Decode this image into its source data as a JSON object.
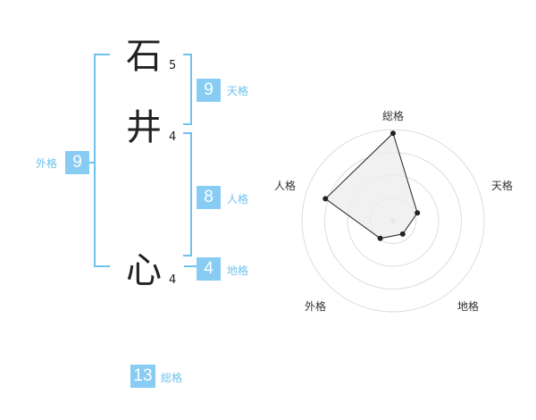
{
  "name": {
    "surname": [
      {
        "char": "石",
        "strokes": "5"
      },
      {
        "char": "井",
        "strokes": "4"
      }
    ],
    "given": [
      {
        "char": "心",
        "strokes": "4"
      }
    ]
  },
  "scores": {
    "tenkaku": {
      "label": "天格",
      "value": "9"
    },
    "jinkaku": {
      "label": "人格",
      "value": "8"
    },
    "chikaku": {
      "label": "地格",
      "value": "4"
    },
    "gaikaku": {
      "label": "外格",
      "value": "9"
    },
    "soukaku": {
      "label": "総格",
      "value": "13"
    }
  },
  "colors": {
    "accent": "#88ccf4",
    "bracket": "#6ec2ee",
    "text": "#222222"
  },
  "chart_data": {
    "type": "radar",
    "axes": [
      "総格",
      "天格",
      "地格",
      "外格",
      "人格"
    ],
    "values": [
      0.96,
      0.28,
      0.18,
      0.24,
      0.78
    ],
    "rings": 4,
    "range": [
      0,
      1
    ],
    "fill": "#eeeeee",
    "stroke": "#222222"
  }
}
